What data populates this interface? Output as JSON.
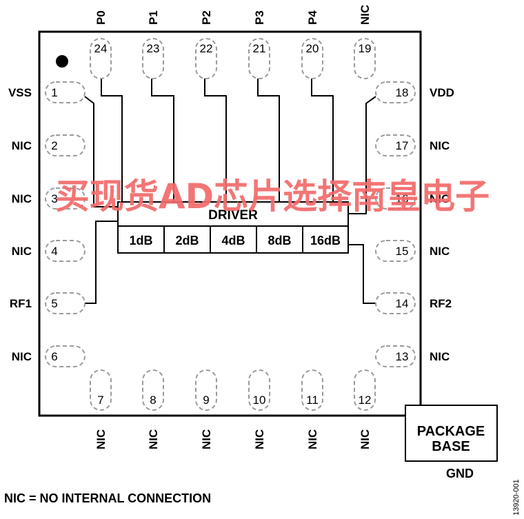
{
  "package": {
    "top_pins": [
      {
        "num": "24",
        "name": "P0"
      },
      {
        "num": "23",
        "name": "P1"
      },
      {
        "num": "22",
        "name": "P2"
      },
      {
        "num": "21",
        "name": "P3"
      },
      {
        "num": "20",
        "name": "P4"
      },
      {
        "num": "19",
        "name": "NIC"
      }
    ],
    "left_pins": [
      {
        "num": "1",
        "name": "VSS"
      },
      {
        "num": "2",
        "name": "NIC"
      },
      {
        "num": "3",
        "name": "NIC"
      },
      {
        "num": "4",
        "name": "NIC"
      },
      {
        "num": "5",
        "name": "RF1"
      },
      {
        "num": "6",
        "name": "NIC"
      }
    ],
    "right_pins": [
      {
        "num": "18",
        "name": "VDD"
      },
      {
        "num": "17",
        "name": "NIC"
      },
      {
        "num": "16",
        "name": "NIC"
      },
      {
        "num": "15",
        "name": "NIC"
      },
      {
        "num": "14",
        "name": "RF2"
      },
      {
        "num": "13",
        "name": "NIC"
      }
    ],
    "bottom_pins": [
      {
        "num": "7",
        "name": "NIC"
      },
      {
        "num": "8",
        "name": "NIC"
      },
      {
        "num": "9",
        "name": "NIC"
      },
      {
        "num": "10",
        "name": "NIC"
      },
      {
        "num": "11",
        "name": "NIC"
      },
      {
        "num": "12",
        "name": "NIC"
      }
    ]
  },
  "driver": {
    "label": "DRIVER",
    "attenuation_bits": [
      "1dB",
      "2dB",
      "4dB",
      "8dB",
      "16dB"
    ]
  },
  "package_base": {
    "line1": "PACKAGE",
    "line2": "BASE",
    "ground": "GND"
  },
  "watermark": "买现货AD芯片选择南皇电子",
  "footnote": "NIC = NO INTERNAL CONNECTION",
  "figure_id": "13920-001"
}
